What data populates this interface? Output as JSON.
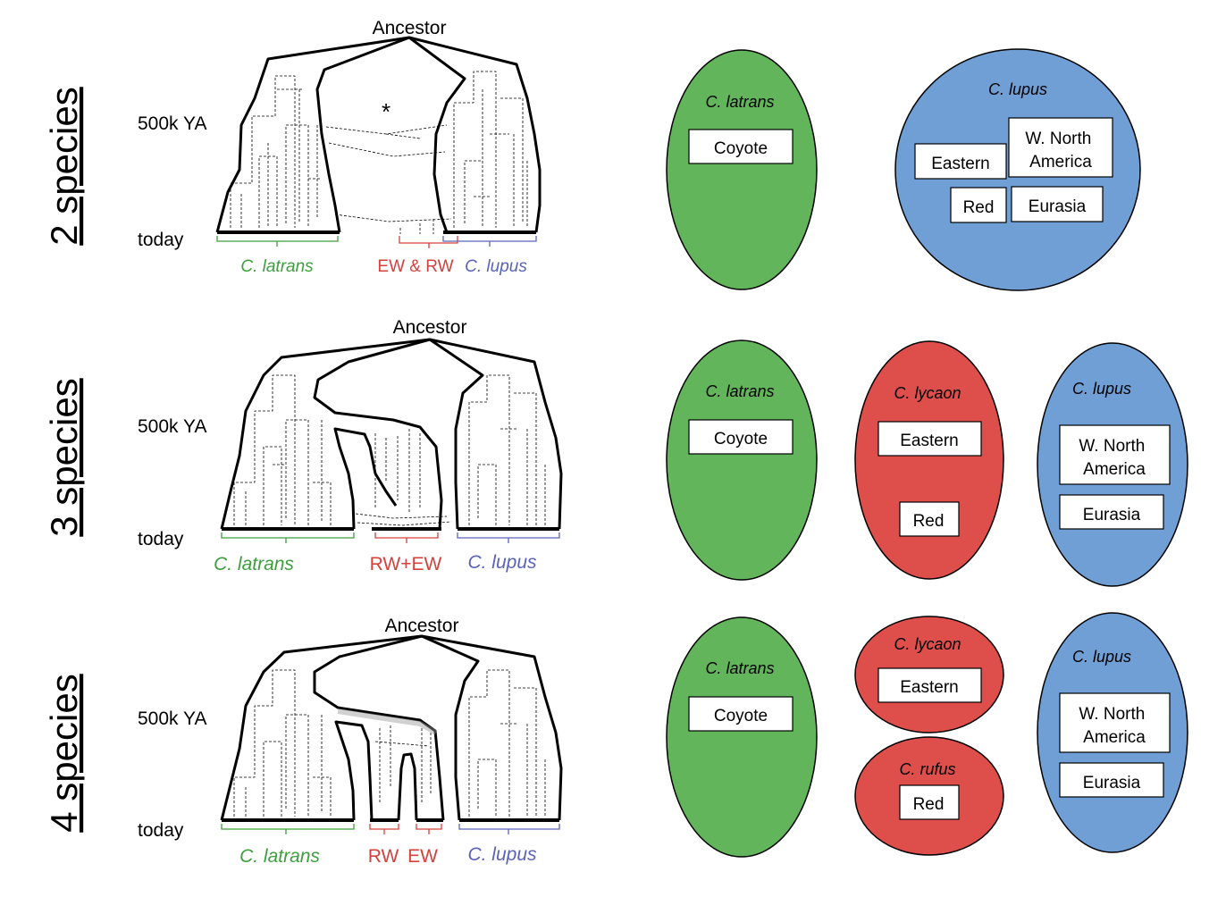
{
  "colors": {
    "green": "#62b55a",
    "red": "#de4f4b",
    "blue": "#6f9fd5",
    "green_text": "#3e9e3e",
    "red_text": "#d6403b",
    "blue_text": "#5a63b7"
  },
  "rows": [
    {
      "id": "2species",
      "model": "2 species",
      "tree": {
        "ancestor": "Ancestor",
        "time_top": "500k YA",
        "time_bottom": "today",
        "asterisk": "*",
        "clade_labels": [
          "C. latrans",
          "EW & RW",
          "C. lupus"
        ]
      },
      "species": [
        {
          "name": "C. latrans",
          "populations": [
            "Coyote"
          ]
        },
        {
          "name": "C. lupus",
          "populations": [
            "Eastern",
            "W. North America",
            "Red",
            "Eurasia"
          ]
        }
      ]
    },
    {
      "id": "3species",
      "model": "3 species",
      "tree": {
        "ancestor": "Ancestor",
        "time_top": "500k YA",
        "time_bottom": "today",
        "clade_labels": [
          "C. latrans",
          "RW+EW",
          "C. lupus"
        ]
      },
      "species": [
        {
          "name": "C. latrans",
          "populations": [
            "Coyote"
          ]
        },
        {
          "name": "C. lycaon",
          "populations": [
            "Eastern",
            "Red"
          ]
        },
        {
          "name": "C. lupus",
          "populations": [
            "W. North America",
            "Eurasia"
          ]
        }
      ]
    },
    {
      "id": "4species",
      "model": "4 species",
      "tree": {
        "ancestor": "Ancestor",
        "time_top": "500k YA",
        "time_bottom": "today",
        "clade_labels": [
          "C. latrans",
          "RW",
          "EW",
          "C. lupus"
        ]
      },
      "species": [
        {
          "name": "C. latrans",
          "populations": [
            "Coyote"
          ]
        },
        {
          "name": "C. lycaon",
          "populations": [
            "Eastern"
          ]
        },
        {
          "name": "C. rufus",
          "populations": [
            "Red"
          ]
        },
        {
          "name": "C. lupus",
          "populations": [
            "W. North America",
            "Eurasia"
          ]
        }
      ]
    }
  ]
}
